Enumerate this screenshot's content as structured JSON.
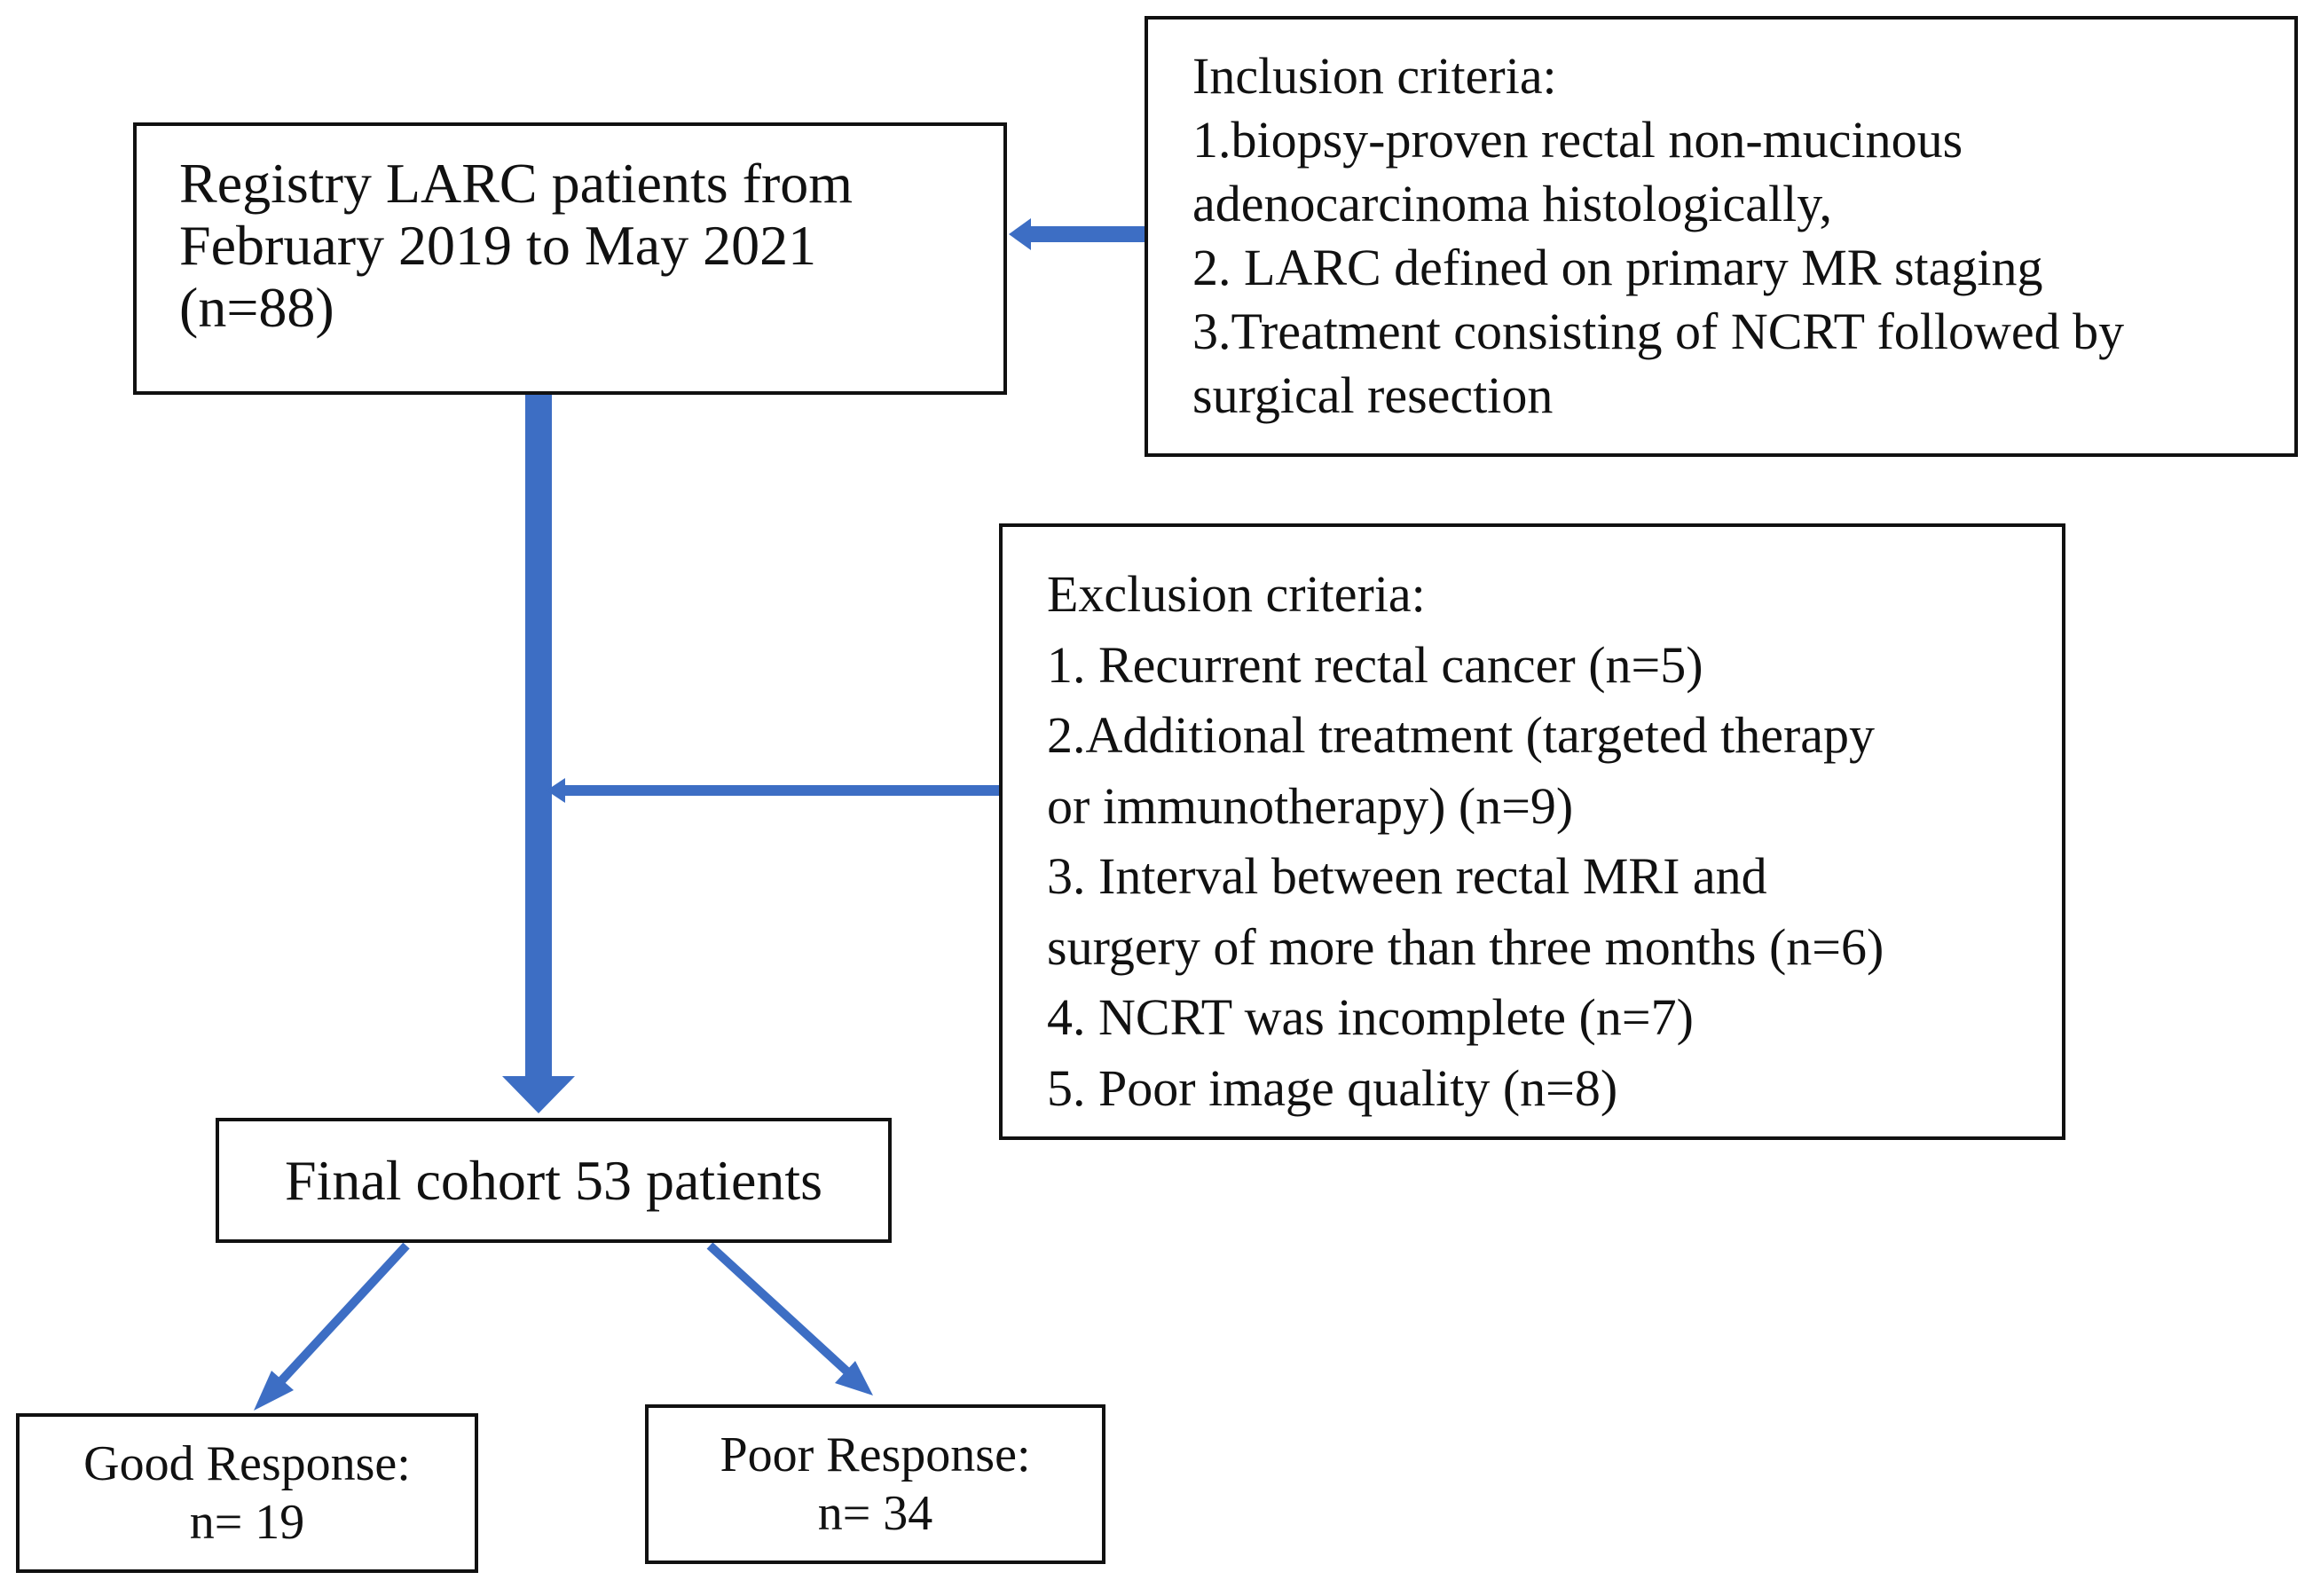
{
  "registry": {
    "lines": [
      "Registry LARC patients from",
      "February 2019 to May 2021",
      "(n=88)"
    ]
  },
  "inclusion": {
    "lines": [
      "Inclusion criteria:",
      "1.biopsy-proven rectal non-mucinous",
      "adenocarcinoma histologically,",
      "2. LARC defined on primary MR staging",
      "3.Treatment consisting of NCRT followed by",
      "surgical resection"
    ]
  },
  "exclusion": {
    "lines": [
      "Exclusion criteria:",
      "1. Recurrent rectal cancer (n=5)",
      "2.Additional treatment (targeted therapy",
      "or immunotherapy) (n=9)",
      "3. Interval between rectal MRI and",
      "surgery of more than three months (n=6)",
      "4. NCRT was incomplete (n=7)",
      "5. Poor image quality (n=8)"
    ]
  },
  "final": {
    "label": "Final cohort 53 patients"
  },
  "good": {
    "lines": [
      "Good Response:",
      "n= 19"
    ]
  },
  "poor": {
    "lines": [
      "Poor Response:",
      "n= 34"
    ]
  },
  "colors": {
    "arrow": "#3d6ec4",
    "border": "#111111"
  }
}
